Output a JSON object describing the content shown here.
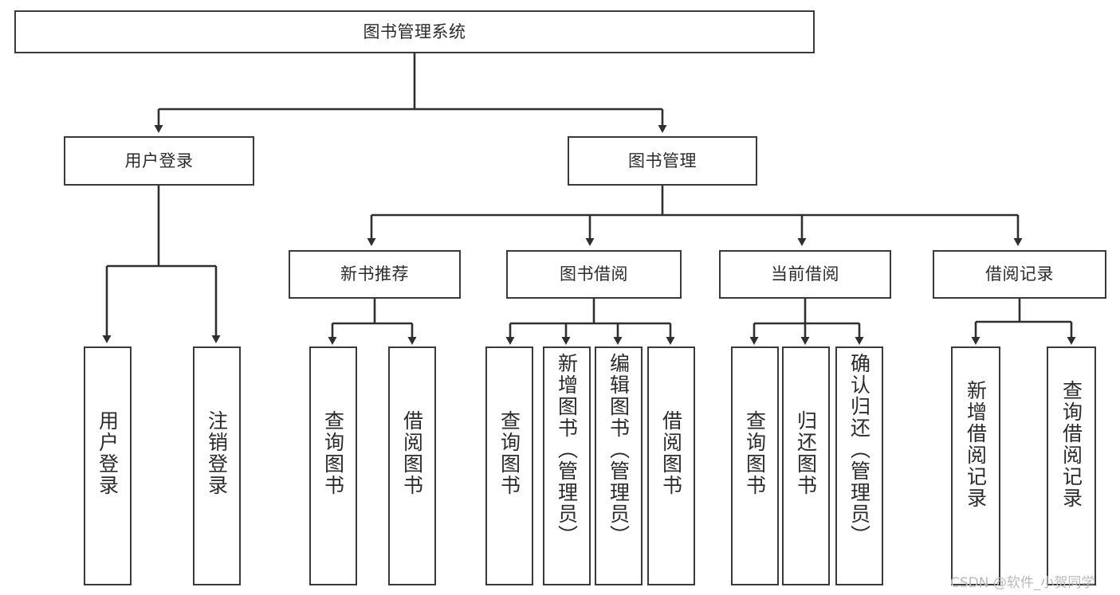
{
  "diagram": {
    "title": "图书管理系统",
    "type": "tree-hierarchy-chart",
    "stroke_color": "#3a3a3a",
    "text_color": "#2b2b2b",
    "background_color": "#ffffff"
  },
  "nodes": {
    "root": {
      "label": "图书管理系统"
    },
    "level2": [
      {
        "label": "用户登录"
      },
      {
        "label": "图书管理"
      }
    ],
    "level3": [
      {
        "label": "新书推荐"
      },
      {
        "label": "图书借阅"
      },
      {
        "label": "当前借阅"
      },
      {
        "label": "借阅记录"
      }
    ],
    "leaves_user_login": [
      {
        "label": "用户登录"
      },
      {
        "label": "注销登录"
      }
    ],
    "leaves_new_book": [
      {
        "label": "查询图书"
      },
      {
        "label": "借阅图书"
      }
    ],
    "leaves_borrow": [
      {
        "label": "查询图书"
      },
      {
        "label": "新增图书（管理员）"
      },
      {
        "label": "编辑图书（管理员）"
      },
      {
        "label": "借阅图书"
      }
    ],
    "leaves_current": [
      {
        "label": "查询图书"
      },
      {
        "label": "归还图书"
      },
      {
        "label": "确认归还（管理员）"
      }
    ],
    "leaves_records": [
      {
        "label": "新增借阅记录"
      },
      {
        "label": "查询借阅记录"
      }
    ]
  },
  "watermark": {
    "text": "CSDN @软件_小贺同学"
  }
}
